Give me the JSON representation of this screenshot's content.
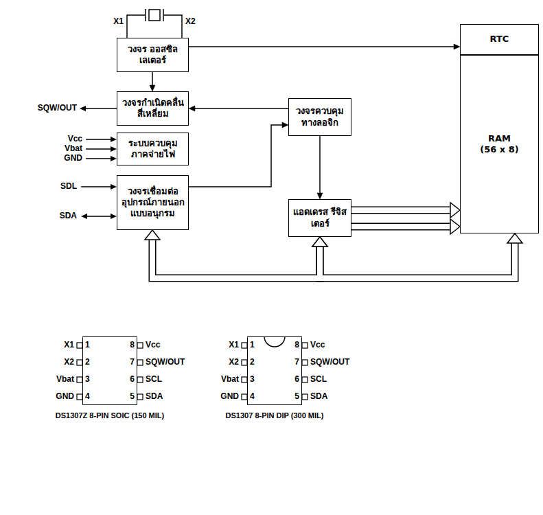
{
  "diagram": {
    "nodes": [
      {
        "text": [
          "วงจร ออสซิลเลเตอร์"
        ]
      },
      {
        "text": [
          "วงจรกำเนิดคลื่น สี่เหลี่ยม"
        ]
      },
      {
        "text": [
          "ระบบควบคุม ภาคจ่ายไฟ"
        ]
      },
      {
        "text": [
          "วงจรเชื่อมต่อ อุปกรณ์ภายนอก แบบอนุกรม"
        ]
      },
      {
        "text": [
          "วงจรควบคุม ทางลอจิก"
        ]
      },
      {
        "text": [
          "แอดเดรส รีจิสเตอร์"
        ]
      },
      {
        "text": [
          "RTC"
        ]
      },
      {
        "text": [
          "RAM (56 x 8)"
        ]
      },
      {
        "text": [
          "DS1307Z 8-PIN SOIC (150 MIL)"
        ]
      },
      {
        "text": [
          "DS1307 8-PIN DIP (300 MIL)"
        ]
      }
    ],
    "edges": [
      {
        "from": 0,
        "to": 6,
        "arrow": "to"
      },
      {
        "from": 0,
        "to": 1,
        "arrow": "to"
      },
      {
        "from": 4,
        "to": 1,
        "arrow": "to"
      },
      {
        "from": 3,
        "to": 4,
        "arrow": "to"
      },
      {
        "from": 4,
        "to": 5,
        "arrow": "to"
      },
      {
        "from": 5,
        "to": 7,
        "arrow": "to"
      },
      {
        "from": 5,
        "to": 7,
        "arrow": "to"
      },
      {
        "from": 3,
        "to": 5,
        "arrow": "both"
      },
      {
        "from": 5,
        "to": 7,
        "arrow": "both"
      }
    ],
    "labels": [
      "X1",
      "X2",
      "SQW/OUT",
      "Vcc",
      "Vbat",
      "GND",
      "SDL",
      "SDA",
      "X1",
      "1",
      "X2",
      "2",
      "Vbat",
      "3",
      "GND",
      "4",
      "8",
      "Vcc",
      "7",
      "SQW/OUT",
      "6",
      "SCL",
      "5",
      "SDA",
      "X1",
      "1",
      "X2",
      "2",
      "Vbat",
      "3",
      "GND",
      "4",
      "8",
      "Vcc",
      "7",
      "SQW/OUT",
      "6",
      "SCL",
      "5",
      "SDA"
    ]
  }
}
